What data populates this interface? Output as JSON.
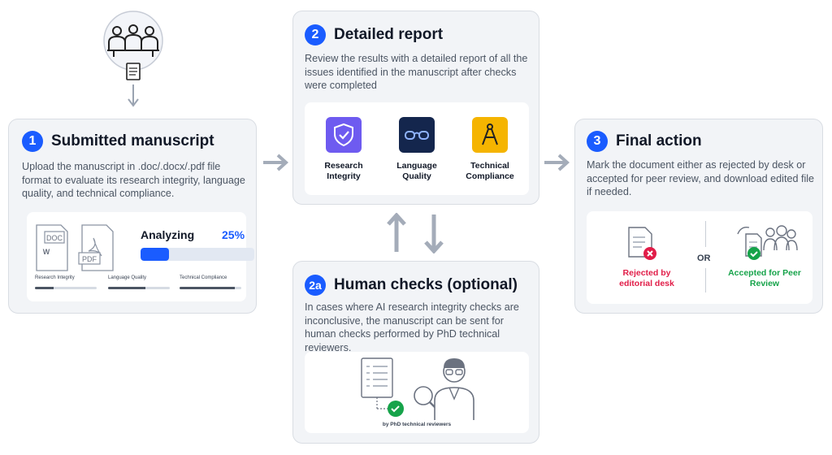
{
  "colors": {
    "accent": "#1a5cff",
    "reject": "#e11d48",
    "accept": "#16a34a"
  },
  "step1": {
    "number": "1",
    "title": "Submitted manuscript",
    "description": "Upload the manuscript in .doc/.docx/.pdf file format to evaluate its research integrity, language quality, and technical compliance.",
    "files": [
      "DOC",
      "W",
      "PDF"
    ],
    "status_label": "Analyzing",
    "progress_text": "25%",
    "progress": 0.25,
    "checks": [
      {
        "label": "Research Integrity",
        "fill": 0.3
      },
      {
        "label": "Language Quality",
        "fill": 0.6
      },
      {
        "label": "Technical Compliance",
        "fill": 0.9
      }
    ]
  },
  "step2": {
    "number": "2",
    "title": "Detailed report",
    "description": "Review the results with a detailed report of all the issues identified in the manuscript after checks were completed",
    "features": [
      {
        "label": "Research Integrity",
        "icon": "shield-check-icon",
        "color": "#6e5bf0"
      },
      {
        "label": "Language Quality",
        "icon": "glasses-icon",
        "color": "#14264d"
      },
      {
        "label": "Technical Compliance",
        "icon": "compass-icon",
        "color": "#f5b400"
      }
    ]
  },
  "step2a": {
    "number": "2a",
    "title": "Human checks (optional)",
    "description": "In cases where AI research integrity checks are inconclusive, the manuscript can be sent for human checks performed by PhD technical reviewers.",
    "caption": "by PhD technical reviewers"
  },
  "step3": {
    "number": "3",
    "title": "Final action",
    "description": "Mark the document either as rejected by desk or accepted for peer review, and download edited file if needed.",
    "rejected": "Rejected by editorial desk",
    "separator": "OR",
    "accepted": "Accepted for Peer Review"
  }
}
